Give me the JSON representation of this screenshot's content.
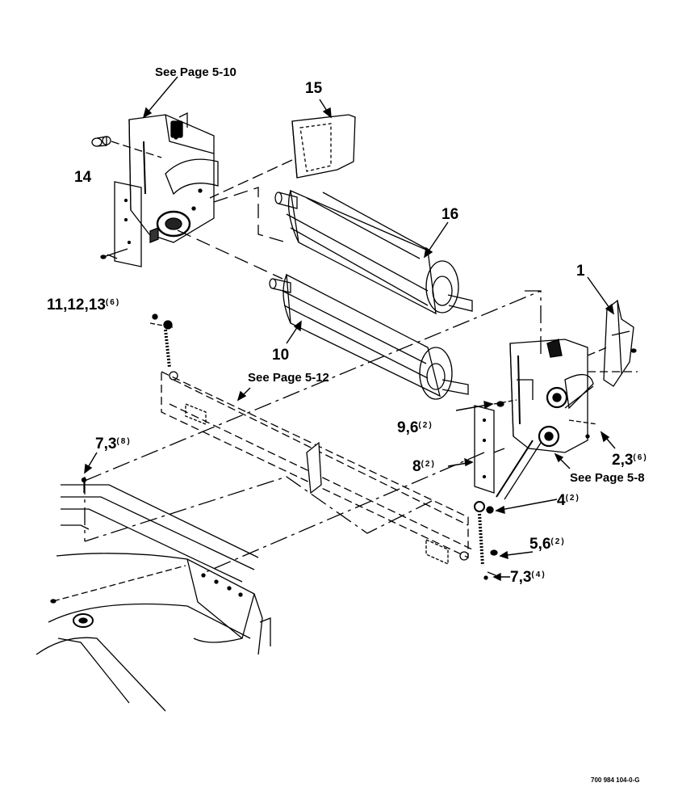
{
  "callouts": {
    "see_5_10": "See Page 5-10",
    "see_5_12": "See Page 5-12",
    "see_5_8": "See Page 5-8",
    "c15": "15",
    "c14": "14",
    "c16": "16",
    "c1": "1",
    "c10": "10",
    "c11_13": "11,12,13",
    "c11_13_qty": "(6)",
    "c9_6": "9,6",
    "c9_6_qty": "(2)",
    "c8": "8",
    "c8_qty": "(2)",
    "c2_3": "2,3",
    "c2_3_qty": "(6)",
    "c7_3a": "7,3",
    "c7_3a_qty": "(8)",
    "c4": "4",
    "c4_qty": "(2)",
    "c5_6": "5,6",
    "c5_6_qty": "(2)",
    "c7_3b": "7,3",
    "c7_3b_qty": "(4)"
  },
  "drawing_code": "700 984 104-0-G"
}
